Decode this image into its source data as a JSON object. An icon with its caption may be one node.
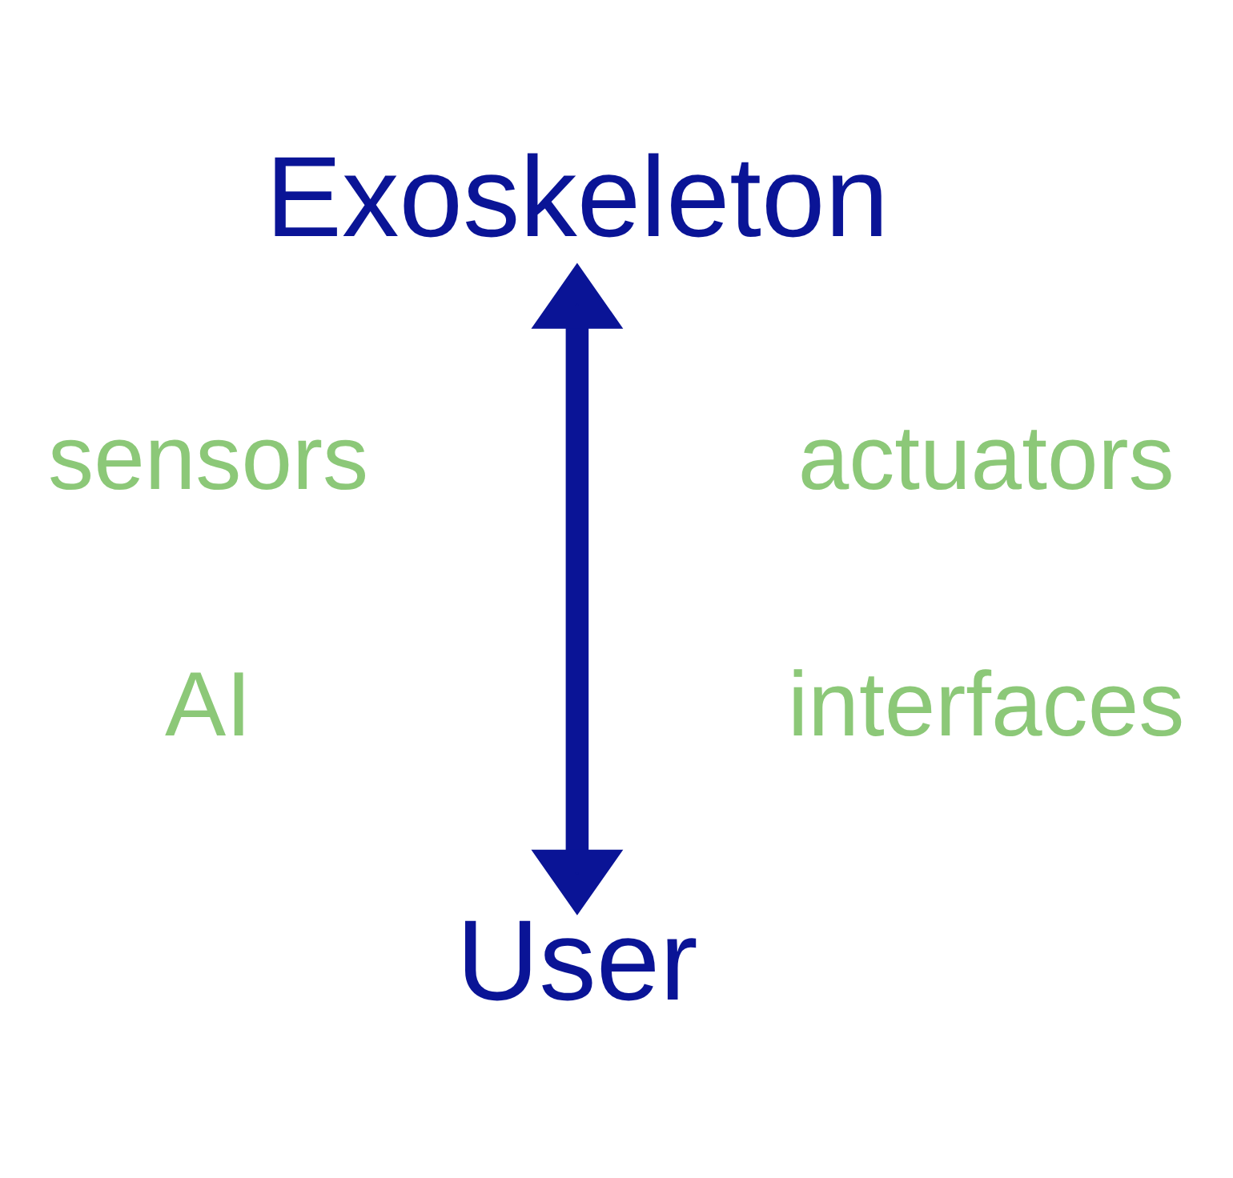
{
  "diagram": {
    "nodes": [
      {
        "text": [
          "Exoskeleton"
        ]
      },
      {
        "text": [
          "User"
        ]
      }
    ],
    "edges": [
      {
        "from": 0,
        "to": 1,
        "arrow": "both"
      }
    ],
    "labels": [
      "sensors",
      "actuators",
      "AI",
      "interfaces"
    ]
  }
}
